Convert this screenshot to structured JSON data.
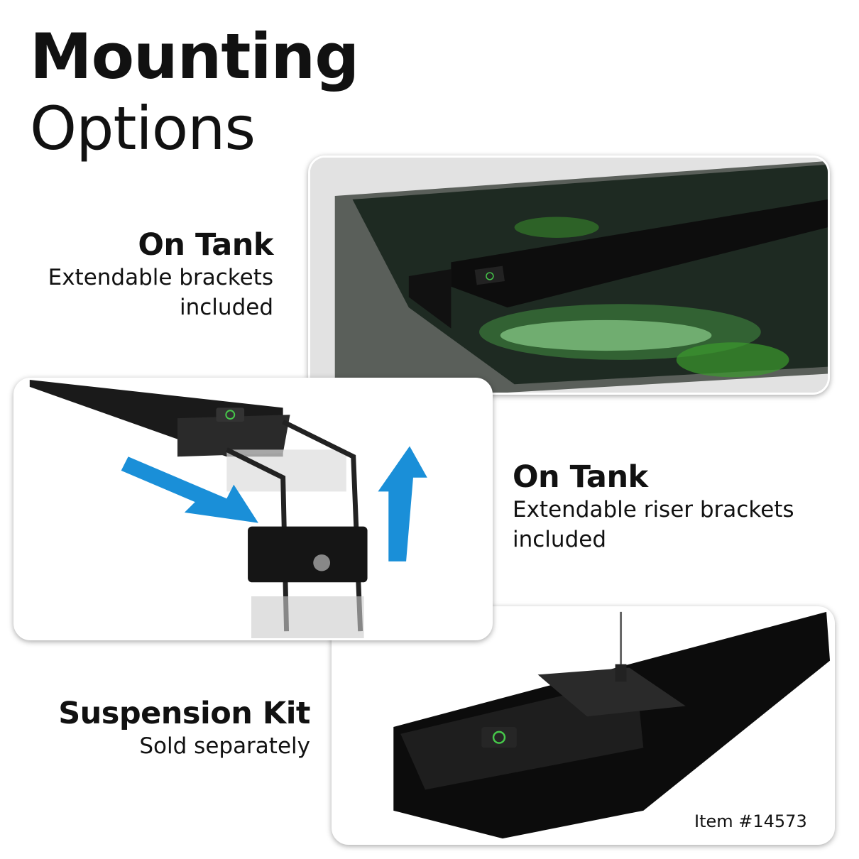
{
  "title": {
    "line1": "Mounting",
    "line2": "Options"
  },
  "options": [
    {
      "heading": "On Tank",
      "sub1": "Extendable brackets",
      "sub2": "included"
    },
    {
      "heading": "On Tank",
      "sub1": "Extendable riser brackets",
      "sub2": "included"
    },
    {
      "heading": "Suspension Kit",
      "sub1": "Sold separately"
    }
  ],
  "item_number": "Item #14573",
  "colors": {
    "arrow": "#1a8fd8",
    "power_icon": "#46c84a",
    "light_body": "#111111"
  }
}
